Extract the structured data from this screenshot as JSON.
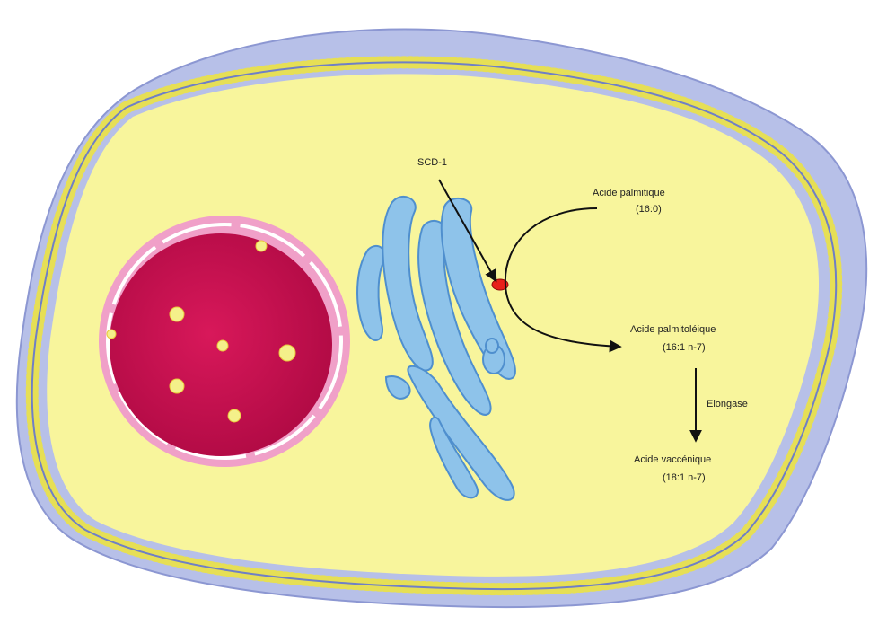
{
  "labels": {
    "enzyme": "SCD-1",
    "substrate_name": "Acide palmitique",
    "substrate_formula": "(16:0)",
    "product_name": "Acide palmitoléique",
    "product_formula": "(16:1 n-7)",
    "step_enzyme": "Elongase",
    "final_name": "Acide vaccénique",
    "final_formula": "(18:1 n-7)"
  },
  "colors": {
    "cytoplasm": "#f8f59c",
    "outer_layer": "#b5bee6",
    "membrane_beads": "#e8e25a",
    "membrane_line": "#7080c8",
    "nucleus": "#c8104e",
    "nuclear_envelope": "#f0a0c8",
    "nucleoli": "#f4f08a",
    "golgi": "#8ec3ea",
    "golgi_edge": "#4f8fce",
    "enzyme_marker": "#e8201a",
    "arrows": "#111111"
  }
}
